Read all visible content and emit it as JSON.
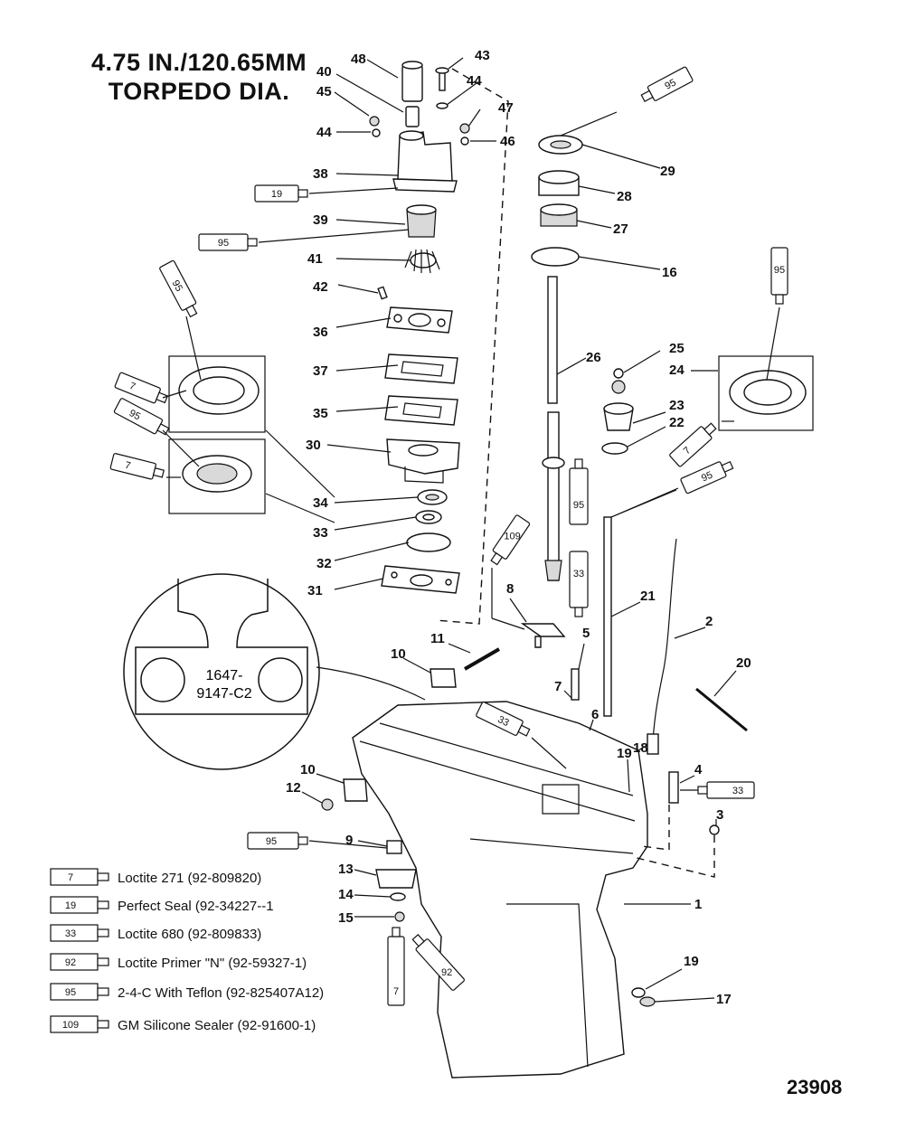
{
  "title": {
    "line1": "4.75 IN./120.65MM",
    "line2": "TORPEDO DIA."
  },
  "drawing_number": "23908",
  "detail_callout": {
    "line1": "1647-",
    "line2": "9147-C2"
  },
  "part_numbers": [
    "48",
    "43",
    "40",
    "44",
    "45",
    "47",
    "44",
    "46",
    "38",
    "39",
    "41",
    "42",
    "36",
    "37",
    "35",
    "30",
    "34",
    "33",
    "32",
    "31",
    "29",
    "28",
    "27",
    "16",
    "26",
    "25",
    "24",
    "23",
    "22",
    "8",
    "21",
    "2",
    "11",
    "10",
    "5",
    "7",
    "20",
    "6",
    "19",
    "18",
    "10",
    "12",
    "4",
    "3",
    "9",
    "13",
    "14",
    "15",
    "1",
    "19",
    "17"
  ],
  "tube_numbers": [
    "95",
    "19",
    "95",
    "95",
    "7",
    "95",
    "7",
    "95",
    "7",
    "95",
    "109",
    "33",
    "33",
    "33",
    "95",
    "7",
    "92"
  ],
  "legend": [
    {
      "code": "7",
      "text": "Loctite 271 (92-809820)"
    },
    {
      "code": "19",
      "text": "Perfect Seal (92-34227--1"
    },
    {
      "code": "33",
      "text": "Loctite 680 (92-809833)"
    },
    {
      "code": "92",
      "text": "Loctite Primer \"N\" (92-59327-1)"
    },
    {
      "code": "95",
      "text": "2-4-C  With Teflon  (92-825407A12)"
    },
    {
      "code": "109",
      "text": "GM Silicone Sealer (92-91600-1)"
    }
  ]
}
